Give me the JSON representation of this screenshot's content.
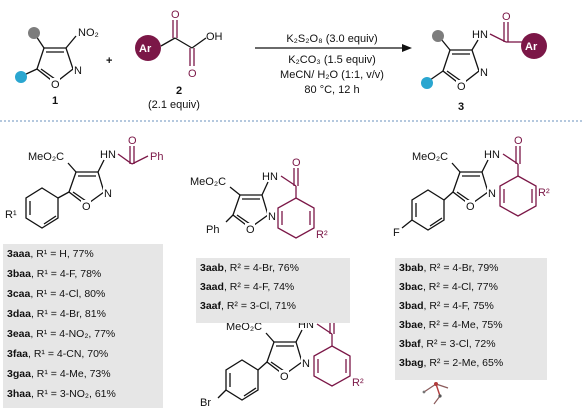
{
  "colors": {
    "accent": "#7b1747",
    "grey_circle": "#7d7d7d",
    "blue_circle": "#2aa6d0",
    "divider": "#9cb5d4",
    "box_fill": "#e6e6e6"
  },
  "scheme": {
    "r1_group": "NO₂",
    "compound_1": "1",
    "compound_2": "2",
    "compound_2_equiv": "(2.1 equiv)",
    "compound_3": "3",
    "plus": "+",
    "acid_ar": "Ar",
    "acid_oh": "OH",
    "product_nh": "HN",
    "product_ar": "Ar",
    "ring_n": "N",
    "ring_o": "O",
    "conditions": [
      "K₂S₂O₈ (3.0 equiv)",
      "K₂CO₃ (1.5 equiv)",
      "MeCN/ H₂O (1:1, v/v)",
      "80 °C, 12 h"
    ]
  },
  "structures": {
    "ester": "MeO₂C",
    "nh": "HN",
    "ring": "N–O",
    "phenyl": "Ph",
    "f": "F",
    "br": "Br",
    "r1": "R¹",
    "r2": "R²"
  },
  "series_a": [
    "3aaa, R¹ = H, 77%",
    "3baa, R¹ = 4-F, 78%",
    "3caa, R¹ = 4-Cl, 80%",
    "3daa, R¹ = 4-Br, 81%",
    "3eaa, R¹ = 4-NO₂, 77%",
    "3faa, R¹ = 4-CN, 70%",
    "3gaa, R¹ = 4-Me, 73%",
    "3haa, R¹ = 3-NO₂, 61%"
  ],
  "series_b": [
    "3aab, R² = 4-Br, 76%",
    "3aad, R² = 4-F, 74%",
    "3aaf, R² = 3-Cl, 71%"
  ],
  "series_c": [
    "3bab, R² = 4-Br, 79%",
    "3bac, R² = 4-Cl, 77%",
    "3bad, R² = 4-F, 75%",
    "3bae, R² = 4-Me, 75%",
    "3baf, R² = 3-Cl, 72%",
    "3bag, R² = 2-Me, 65%"
  ]
}
